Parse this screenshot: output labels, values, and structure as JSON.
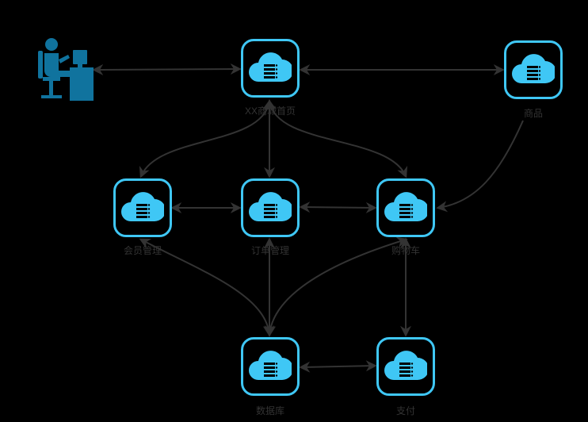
{
  "diagram": {
    "nodes": {
      "homepage": {
        "label": "XX商城首页",
        "icon": "cloud-server-icon"
      },
      "products": {
        "label": "商品",
        "icon": "cloud-server-icon"
      },
      "member": {
        "label": "会员管理",
        "icon": "cloud-server-icon"
      },
      "orders": {
        "label": "订单管理",
        "icon": "cloud-server-icon"
      },
      "cart": {
        "label": "购物车",
        "icon": "cloud-server-icon"
      },
      "database": {
        "label": "数据库",
        "icon": "cloud-server-icon"
      },
      "payment": {
        "label": "支付",
        "icon": "cloud-server-icon"
      },
      "user": {
        "icon": "user-at-computer-icon"
      }
    },
    "colors": {
      "node_border": "#3fc7f5",
      "icon_fill": "#3fc7f5",
      "edge": "#333333",
      "user": "#10739e",
      "background": "#000000"
    }
  }
}
